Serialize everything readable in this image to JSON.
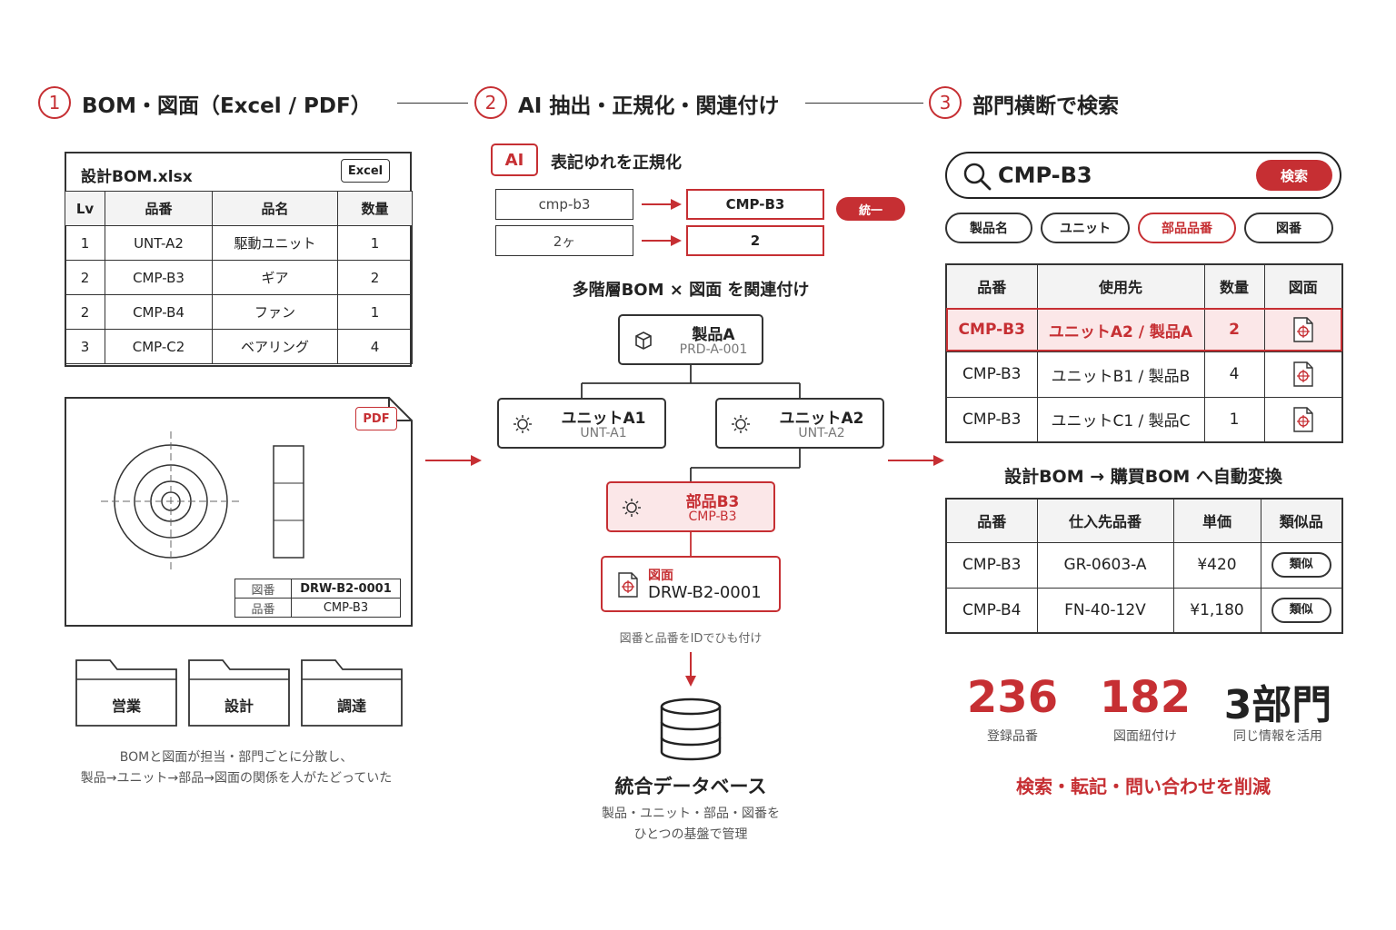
{
  "steps": [
    {
      "number": "1",
      "title": "BOM・図面（Excel / PDF）"
    },
    {
      "number": "2",
      "title": "AI 抽出・正規化・関連付け"
    },
    {
      "number": "3",
      "title": "部門横断で検索"
    }
  ],
  "col1": {
    "excel": {
      "filename": "設計BOM.xlsx",
      "badge": "Excel",
      "headers": [
        "Lv",
        "品番",
        "品名",
        "数量"
      ],
      "rows": [
        [
          "1",
          "UNT-A2",
          "駆動ユニット",
          "1"
        ],
        [
          "2",
          "CMP-B3",
          "ギア",
          "2"
        ],
        [
          "2",
          "CMP-B4",
          "ファン",
          "1"
        ],
        [
          "3",
          "CMP-C2",
          "ベアリング",
          "4"
        ]
      ]
    },
    "pdf": {
      "badge": "PDF",
      "titleblock": [
        [
          "図番",
          "DRW-B2-0001"
        ],
        [
          "品番",
          "CMP-B3"
        ]
      ]
    },
    "folders": [
      "営業",
      "設計",
      "調達"
    ],
    "caption_lines": [
      "BOMと図面が担当・部門ごとに分散し、",
      "製品→ユニット→部品→図面の関係を人がたどっていた"
    ]
  },
  "col2": {
    "ai_badge": "AI",
    "normalize_title": "表記ゆれを正規化",
    "normalize_rows": [
      {
        "from": "cmp-b3",
        "to": "CMP-B3"
      },
      {
        "from": "2ヶ",
        "to": "2"
      }
    ],
    "unify_label": "統一",
    "tree_title": "多階層BOM × 図面 を関連付け",
    "product": {
      "name": "製品A",
      "code": "PRD-A-001"
    },
    "units": [
      {
        "name": "ユニットA1",
        "code": "UNT-A1"
      },
      {
        "name": "ユニットA2",
        "code": "UNT-A2"
      }
    ],
    "part": {
      "name": "部品B3",
      "code": "CMP-B3"
    },
    "drawing": {
      "label": "図面",
      "code": "DRW-B2-0001"
    },
    "link_caption": "図番と品番をIDでひも付け",
    "db_title": "統合データベース",
    "db_caption_lines": [
      "製品・ユニット・部品・図番を",
      "ひとつの基盤で管理"
    ]
  },
  "col3": {
    "search": {
      "query": "CMP-B3",
      "button": "検索"
    },
    "filters": [
      "製品名",
      "ユニット",
      "部品品番",
      "図番"
    ],
    "active_filter_index": 2,
    "results": {
      "headers": [
        "品番",
        "使用先",
        "数量",
        "図面"
      ],
      "rows": [
        [
          "CMP-B3",
          "ユニットA2 / 製品A",
          "2"
        ],
        [
          "CMP-B3",
          "ユニットB1 / 製品B",
          "4"
        ],
        [
          "CMP-B3",
          "ユニットC1 / 製品C",
          "1"
        ]
      ],
      "highlight_row_index": 0
    },
    "convert_title": "設計BOM → 購買BOM へ自動変換",
    "purchase": {
      "headers": [
        "品番",
        "仕入先品番",
        "単価",
        "類似品"
      ],
      "rows": [
        [
          "CMP-B3",
          "GR-0603-A",
          "¥420",
          "類似"
        ],
        [
          "CMP-B4",
          "FN-40-12V",
          "¥1,180",
          "類似"
        ]
      ]
    },
    "stats": [
      {
        "value": "236",
        "label": "登録品番",
        "color": "#c62f33"
      },
      {
        "value": "182",
        "label": "図面紐付け",
        "color": "#c62f33"
      },
      {
        "value": "3部門",
        "label": "同じ情報を活用",
        "color": "#222222"
      }
    ],
    "conclusion": "検索・転記・問い合わせを削減"
  },
  "colors": {
    "accent": "#c62f33",
    "ink": "#222222",
    "highlight_bg": "#fbe7e8"
  },
  "icons": [
    "box-icon",
    "gear-icon",
    "drawing-icon",
    "search-icon",
    "database-icon",
    "folder-icon",
    "arrow-right-icon",
    "arrow-down-icon"
  ]
}
